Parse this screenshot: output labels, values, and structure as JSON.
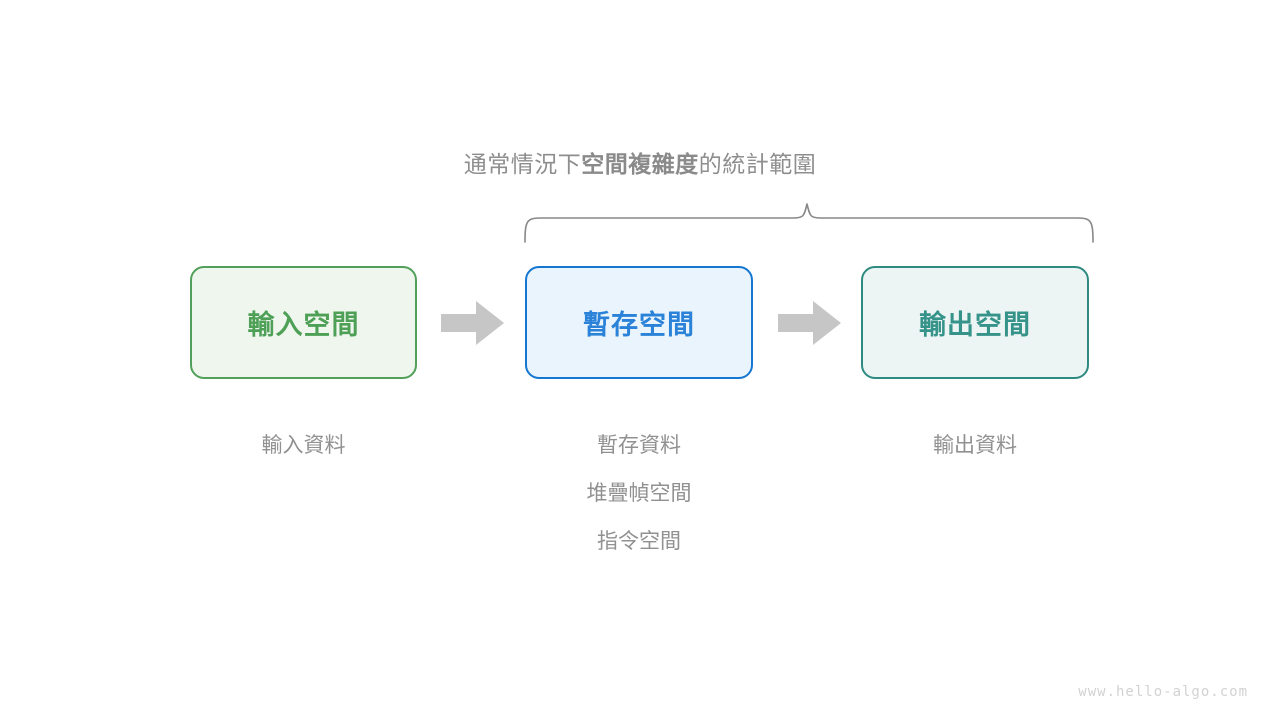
{
  "diagram": {
    "title": {
      "prefix": "通常情況下",
      "emphasis": "空間複雜度",
      "suffix": "的統計範圍"
    },
    "brace": {
      "name": "scope-brace",
      "color": "#808080"
    },
    "boxes": [
      {
        "key": "input",
        "label": "輸入空間",
        "border_color": "#52a05a",
        "fill_color": "#eef6ee",
        "text_color": "#4ea057"
      },
      {
        "key": "temp",
        "label": "暫存空間",
        "border_color": "#1477d1",
        "fill_color": "#eaf4fd",
        "text_color": "#2a83d8"
      },
      {
        "key": "output",
        "label": "輸出空間",
        "border_color": "#2f8a81",
        "fill_color": "#ecf5f3",
        "text_color": "#36938a"
      }
    ],
    "arrows": [
      {
        "key": "arrow-input-to-temp",
        "icon": "right-block-arrow-icon",
        "color": "#c6c6c6"
      },
      {
        "key": "arrow-temp-to-output",
        "icon": "right-block-arrow-icon",
        "color": "#c6c6c6"
      }
    ],
    "captions": {
      "input": [
        "輸入資料"
      ],
      "temp": [
        "暫存資料",
        "堆疊幀空間",
        "指令空間"
      ],
      "output": [
        "輸出資料"
      ],
      "color": "#919191"
    },
    "watermark": "www.hello-algo.com"
  }
}
